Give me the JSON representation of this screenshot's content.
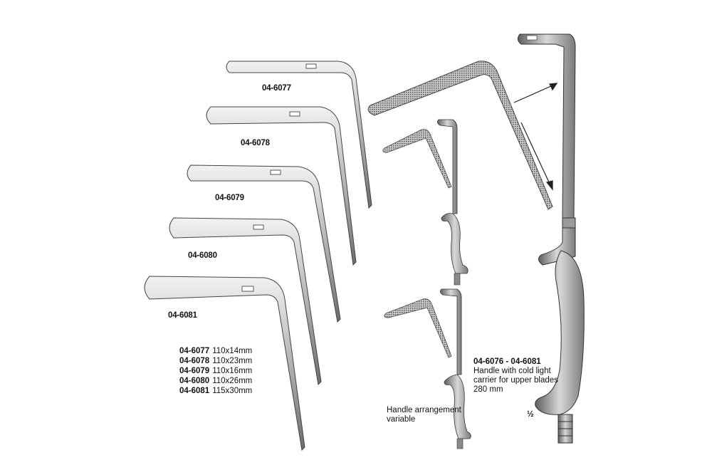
{
  "blade_labels": [
    "04-6077",
    "04-6078",
    "04-6079",
    "04-6080",
    "04-6081"
  ],
  "size_table": [
    {
      "code": "04-6077",
      "size": "110x14mm"
    },
    {
      "code": "04-6078",
      "size": "110x23mm"
    },
    {
      "code": "04-6079",
      "size": "110x16mm"
    },
    {
      "code": "04-6080",
      "size": "110x26mm"
    },
    {
      "code": "04-6081",
      "size": "115x30mm"
    }
  ],
  "handle_info": {
    "code_range": "04-6076 - 04-6081",
    "line1": "Handle with cold light",
    "line2": "carrier for upper blades",
    "line3": "280 mm"
  },
  "arrangement_note": {
    "line1": "Handle arrangement",
    "line2": "variable"
  },
  "scale_note": "½"
}
